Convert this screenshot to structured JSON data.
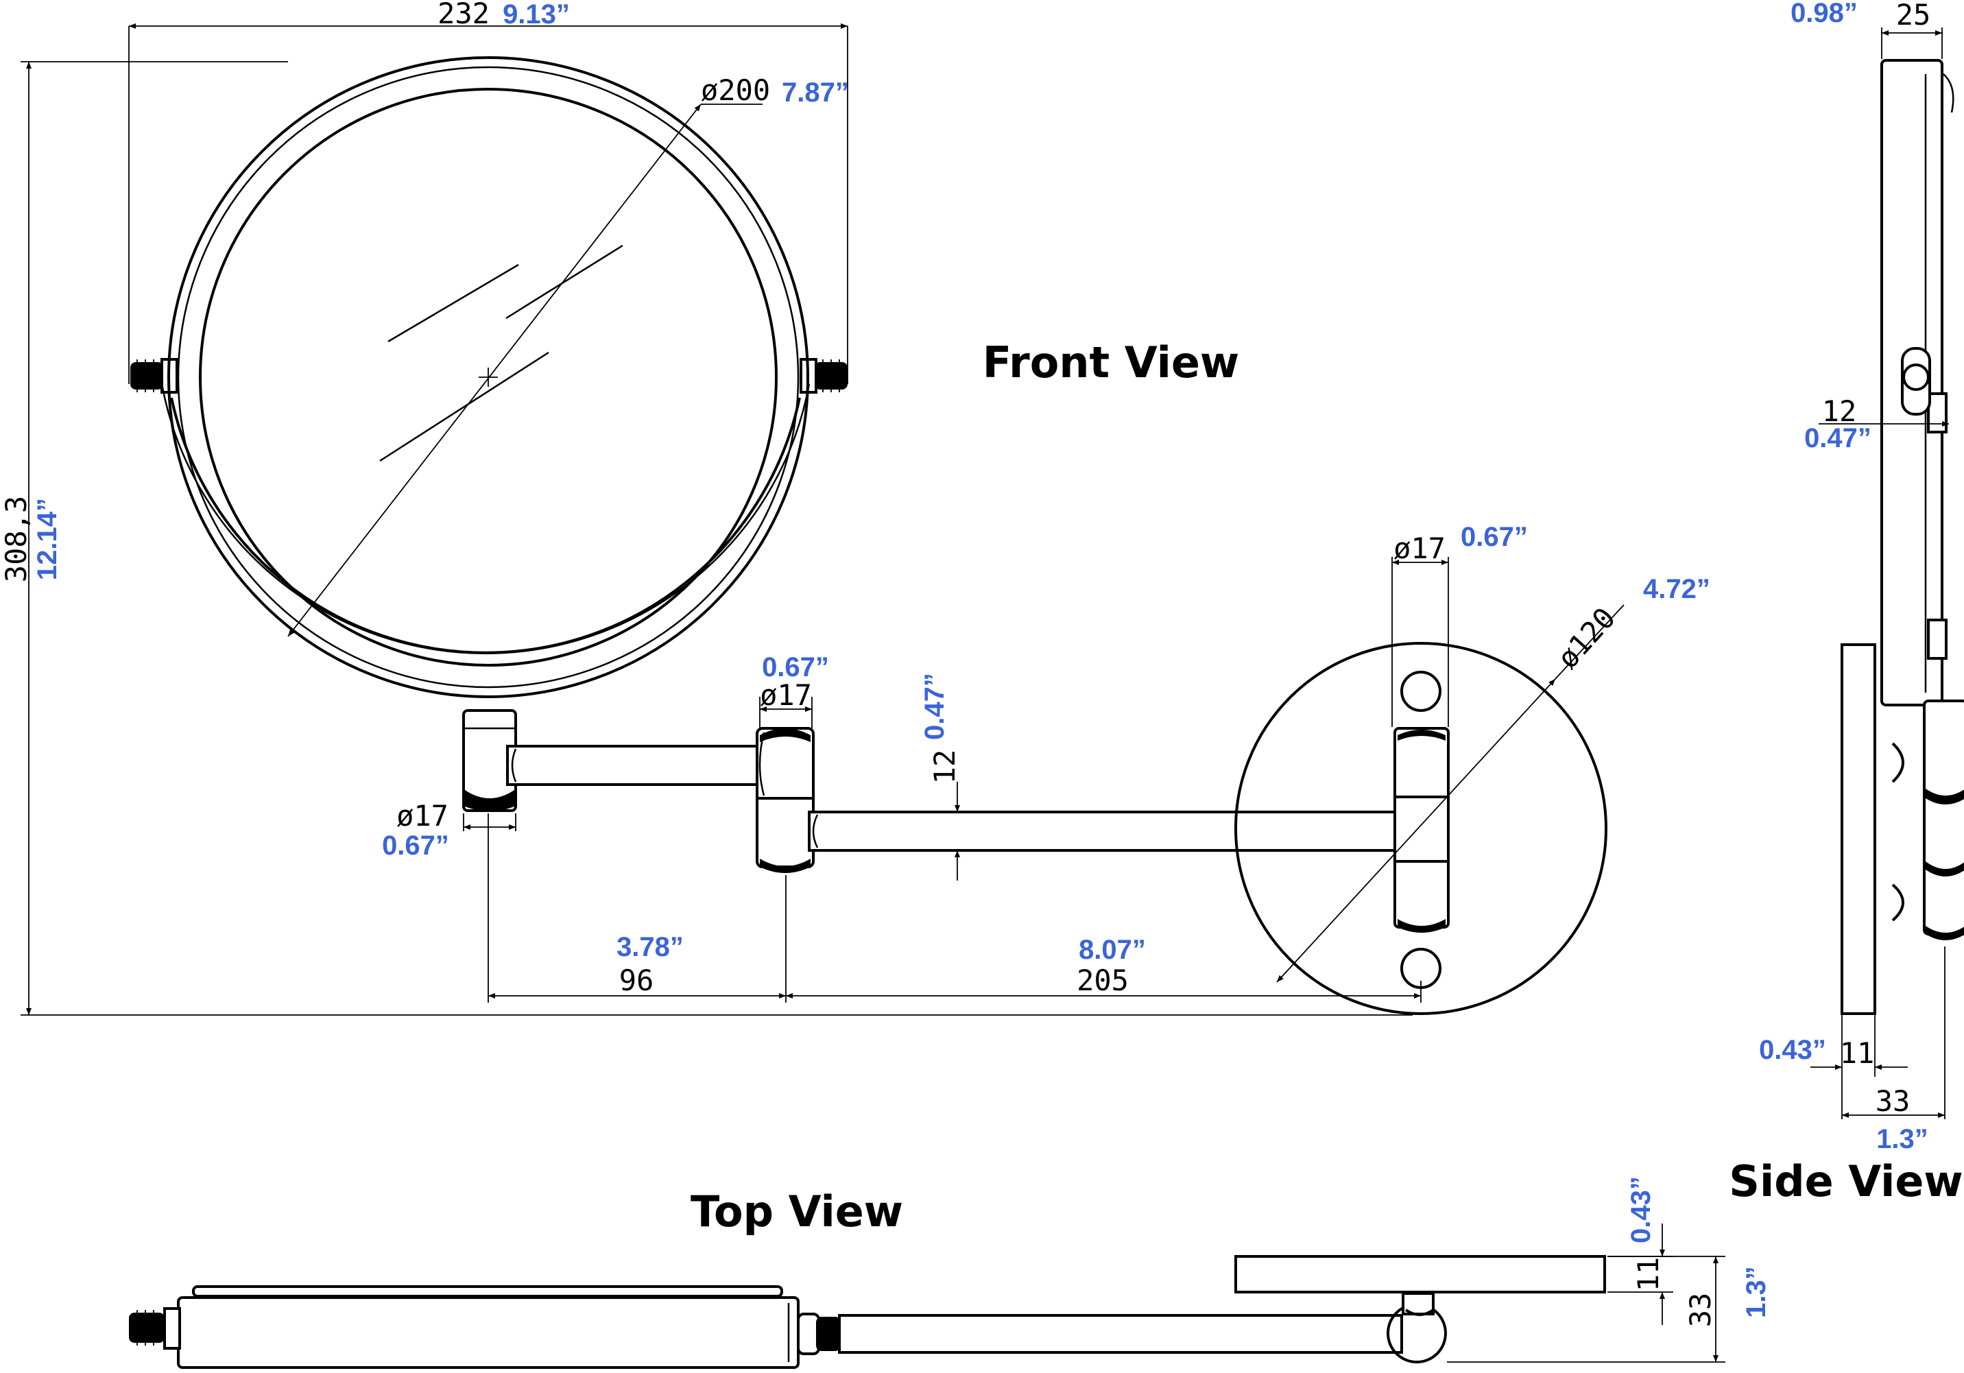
{
  "titles": {
    "front": "Front View",
    "side": "Side View",
    "top": "Top View"
  },
  "colors": {
    "dimension_black": "#000000",
    "imperial_blue": "#3a64d8",
    "background": "#ffffff"
  },
  "front_view": {
    "width_mm": "232",
    "width_in": "9.13”",
    "height_mm": "308,3",
    "height_in": "12.14”",
    "mirror_dia_mm": "ø200",
    "mirror_dia_in": "7.87”",
    "plate_dia_mm": "ø120",
    "plate_dia_in": "4.72”",
    "plate_joint_dia_mm": "ø17",
    "plate_joint_dia_in": "0.67”",
    "mid_joint_dia_mm": "ø17",
    "mid_joint_dia_in": "0.67”",
    "left_joint_dia_mm": "ø17",
    "left_joint_dia_in": "0.67”",
    "arm_thickness_mm": "12",
    "arm_thickness_in": "0.47”",
    "arm1_length_mm": "96",
    "arm1_length_in": "3.78”",
    "arm2_length_mm": "205",
    "arm2_length_in": "8.07”"
  },
  "side_view": {
    "depth_mm": "25",
    "depth_in": "0.98”",
    "pivot_mm": "12",
    "pivot_in": "0.47”",
    "plate_thickness_mm": "11",
    "plate_thickness_in": "0.43”",
    "total_depth_mm": "33",
    "total_depth_in": "1.3”"
  },
  "top_view": {
    "plate_thickness_mm": "11",
    "plate_thickness_in": "0.43”",
    "total_depth_mm": "33",
    "total_depth_in": "1.3”"
  }
}
